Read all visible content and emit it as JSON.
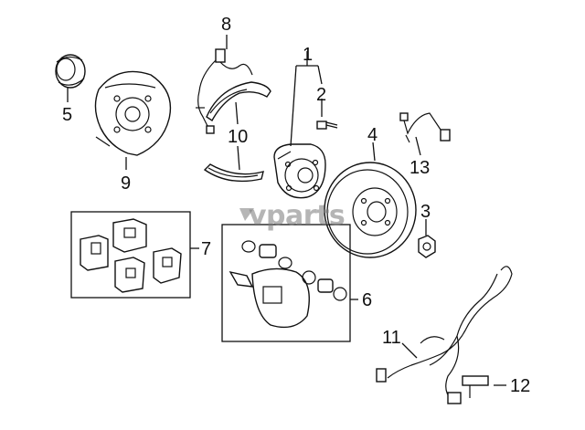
{
  "watermark": "vparts",
  "callouts": [
    {
      "id": "1",
      "label": "1"
    },
    {
      "id": "2",
      "label": "2"
    },
    {
      "id": "3",
      "label": "3"
    },
    {
      "id": "4",
      "label": "4"
    },
    {
      "id": "5",
      "label": "5"
    },
    {
      "id": "6",
      "label": "6"
    },
    {
      "id": "7",
      "label": "7"
    },
    {
      "id": "8",
      "label": "8"
    },
    {
      "id": "9",
      "label": "9"
    },
    {
      "id": "10",
      "label": "10"
    },
    {
      "id": "11",
      "label": "11"
    },
    {
      "id": "12",
      "label": "12"
    },
    {
      "id": "13",
      "label": "13"
    }
  ],
  "colors": {
    "line": "#111111",
    "background": "#ffffff",
    "watermark": "#7a7a7a"
  }
}
